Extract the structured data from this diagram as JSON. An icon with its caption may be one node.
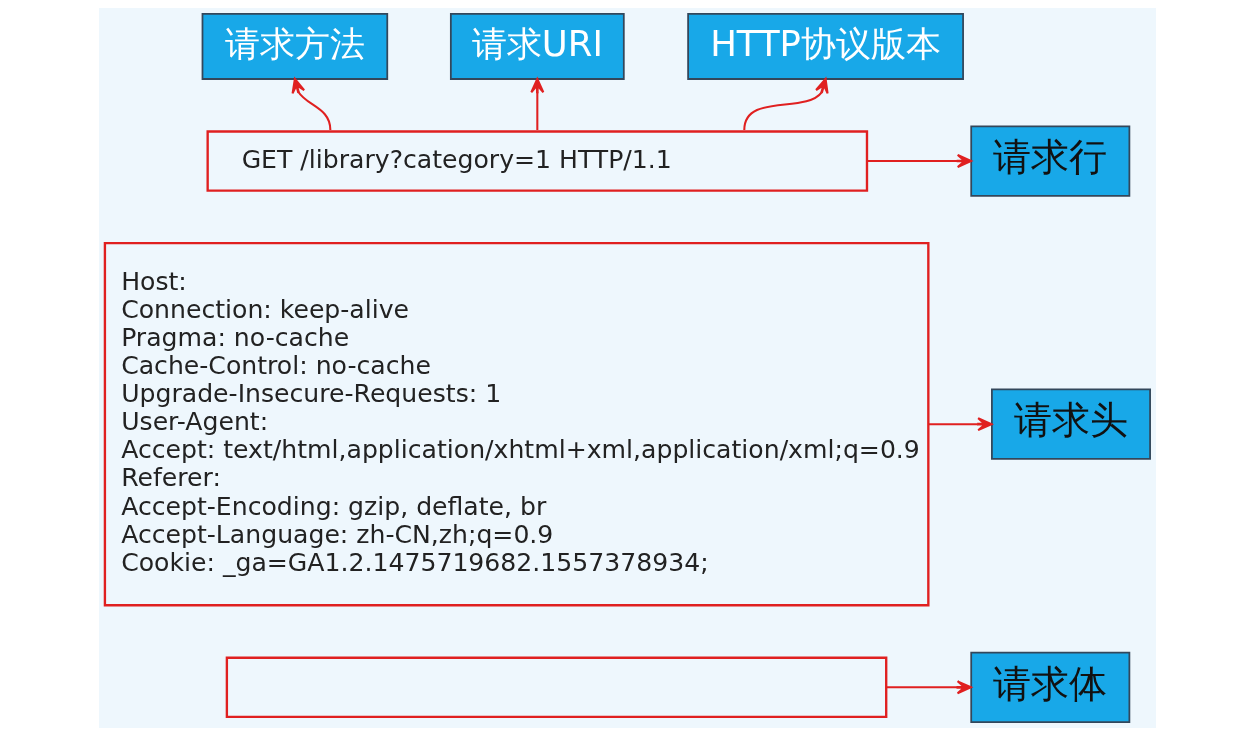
{
  "diagram": {
    "nodes": [
      {
        "text": [
          "请求方法"
        ]
      },
      {
        "text": [
          "请求URI"
        ]
      },
      {
        "text": [
          "HTTP协议版本"
        ]
      },
      {
        "text": [
          "GET /library?category=1 HTTP/1.1"
        ]
      },
      {
        "text": [
          "请求行"
        ]
      },
      {
        "text": [
          "Host:",
          "Connection: keep-alive",
          "Pragma: no-cache",
          "Cache-Control: no-cache",
          "Upgrade-Insecure-Requests: 1",
          "User-Agent:",
          "Accept: text/html,application/xhtml+xml,application/xml;q=0.9",
          "Referer:",
          "Accept-Encoding: gzip, deflate, br",
          "Accept-Language: zh-CN,zh;q=0.9",
          "Cookie: _ga=GA1.2.1475719682.1557378934;"
        ]
      },
      {
        "text": [
          "请求头"
        ]
      },
      {
        "text": [],
        "shape": "box"
      },
      {
        "text": [
          "请求体"
        ]
      }
    ],
    "edges": [
      {
        "from": 3,
        "to": 0,
        "arrow": "to"
      },
      {
        "from": 3,
        "to": 1,
        "arrow": "to"
      },
      {
        "from": 3,
        "to": 2,
        "arrow": "to"
      },
      {
        "from": 3,
        "to": 4,
        "arrow": "to"
      },
      {
        "from": 5,
        "to": 6,
        "arrow": "to"
      },
      {
        "from": 7,
        "to": 8,
        "arrow": "to"
      }
    ]
  }
}
